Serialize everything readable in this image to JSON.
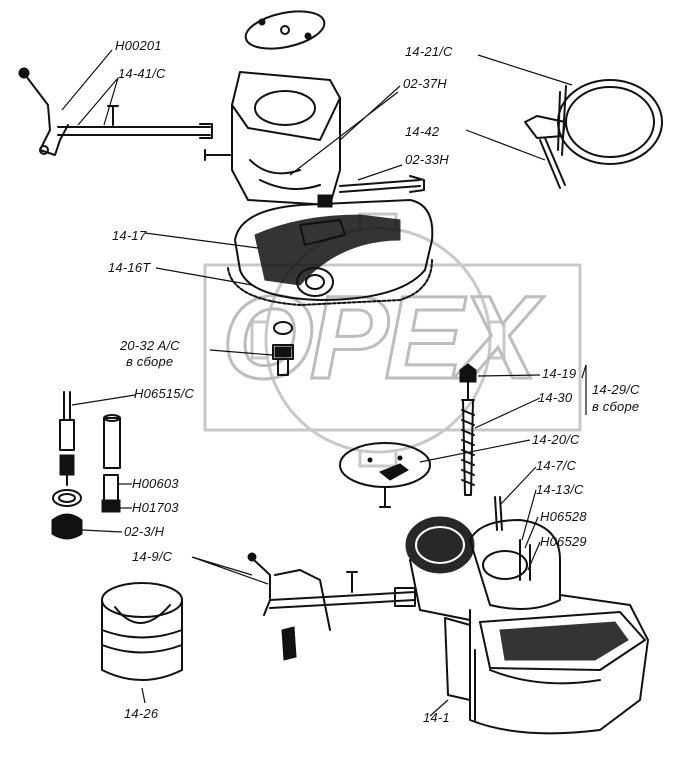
{
  "watermark": {
    "text": "OPEX"
  },
  "labels": {
    "h00201": "H00201",
    "l14_41": "14-41/C",
    "l02_37": "02-37H",
    "l14_21": "14-21/C",
    "l14_42": "14-42",
    "l02_33": "02-33H",
    "l14_17": "14-17",
    "l14_16": "14-16T",
    "l20_32_a": "20-32 A/C",
    "l20_32_b": "в сборе",
    "h06515": "H06515/C",
    "l14_19": "14-19",
    "l14_30": "14-30",
    "l14_29_a": "14-29/C",
    "l14_29_b": "в сборе",
    "l14_20": "14-20/C",
    "h00603": "H00603",
    "l14_7": "14-7/C",
    "h01703": "H01703",
    "l14_13": "14-13/C",
    "l02_3": "02-3/H",
    "h06528": "H06528",
    "h06529": "H06529",
    "l14_9": "14-9/C",
    "l14_26": "14-26",
    "l14_1": "14-1"
  }
}
